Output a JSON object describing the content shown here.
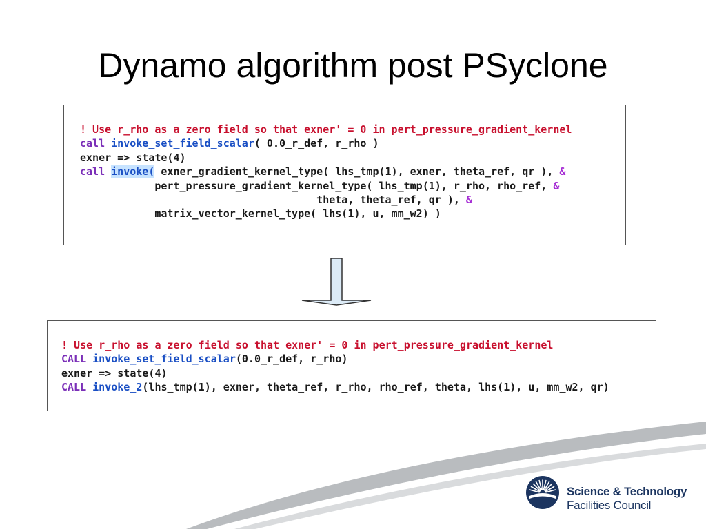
{
  "slide": {
    "title": "Dynamo algorithm post PSyclone"
  },
  "colors": {
    "comment": "#c8102e",
    "keyword": "#7b2fb8",
    "call_name": "#1a4fc4",
    "text": "#1a1a1a",
    "continuation": "#a52bd4",
    "highlight_bg": "#c7e3ff",
    "arrow_fill": "#dcebf7",
    "logo_navy": "#1c3560"
  },
  "before_code": {
    "lines": [
      [
        {
          "t": "! Use r_rho as a zero field so that exner' = 0 in pert_pressure_gradient_kernel",
          "c": "comment"
        }
      ],
      [
        {
          "t": "call",
          "c": "kw"
        },
        {
          "t": " ",
          "c": "text"
        },
        {
          "t": "invoke_set_field_scalar",
          "c": "call"
        },
        {
          "t": "( 0.0_r_def, r_rho )",
          "c": "text"
        }
      ],
      [
        {
          "t": "exner => state(4)",
          "c": "text"
        }
      ],
      [
        {
          "t": "call",
          "c": "kw"
        },
        {
          "t": " ",
          "c": "text"
        },
        {
          "t": "invoke(",
          "c": "hl"
        },
        {
          "t": " exner_gradient_kernel_type( lhs_tmp(1), exner, theta_ref, qr ), ",
          "c": "text"
        },
        {
          "t": "&",
          "c": "amp"
        }
      ],
      [
        {
          "t": "            pert_pressure_gradient_kernel_type( lhs_tmp(1), r_rho, rho_ref, ",
          "c": "text"
        },
        {
          "t": "&",
          "c": "amp"
        }
      ],
      [
        {
          "t": "                                      theta, theta_ref, qr ), ",
          "c": "text"
        },
        {
          "t": "&",
          "c": "amp"
        }
      ],
      [
        {
          "t": "            matrix_vector_kernel_type( lhs(1), u, mm_w2) )",
          "c": "text"
        }
      ]
    ]
  },
  "after_code": {
    "lines": [
      [
        {
          "t": "! Use r_rho as a zero field so that exner' = 0 in pert_pressure_gradient_kernel",
          "c": "comment"
        }
      ],
      [
        {
          "t": "CALL",
          "c": "kw"
        },
        {
          "t": " ",
          "c": "text"
        },
        {
          "t": "invoke_set_field_scalar",
          "c": "call"
        },
        {
          "t": "(0.0_r_def, r_rho)",
          "c": "text"
        }
      ],
      [
        {
          "t": "exner => state(4)",
          "c": "text"
        }
      ],
      [
        {
          "t": "CALL",
          "c": "kw"
        },
        {
          "t": " ",
          "c": "text"
        },
        {
          "t": "invoke_2",
          "c": "call"
        },
        {
          "t": "(lhs_tmp(1), exner, theta_ref, r_rho, rho_ref, theta, lhs(1), u, mm_w2, qr)",
          "c": "text"
        }
      ]
    ]
  },
  "logo": {
    "line1": "Science & Technology",
    "line2": "Facilities Council"
  },
  "icons": {
    "arrow": "down-arrow-icon",
    "logo_mark": "stfc-sunburst-icon"
  }
}
